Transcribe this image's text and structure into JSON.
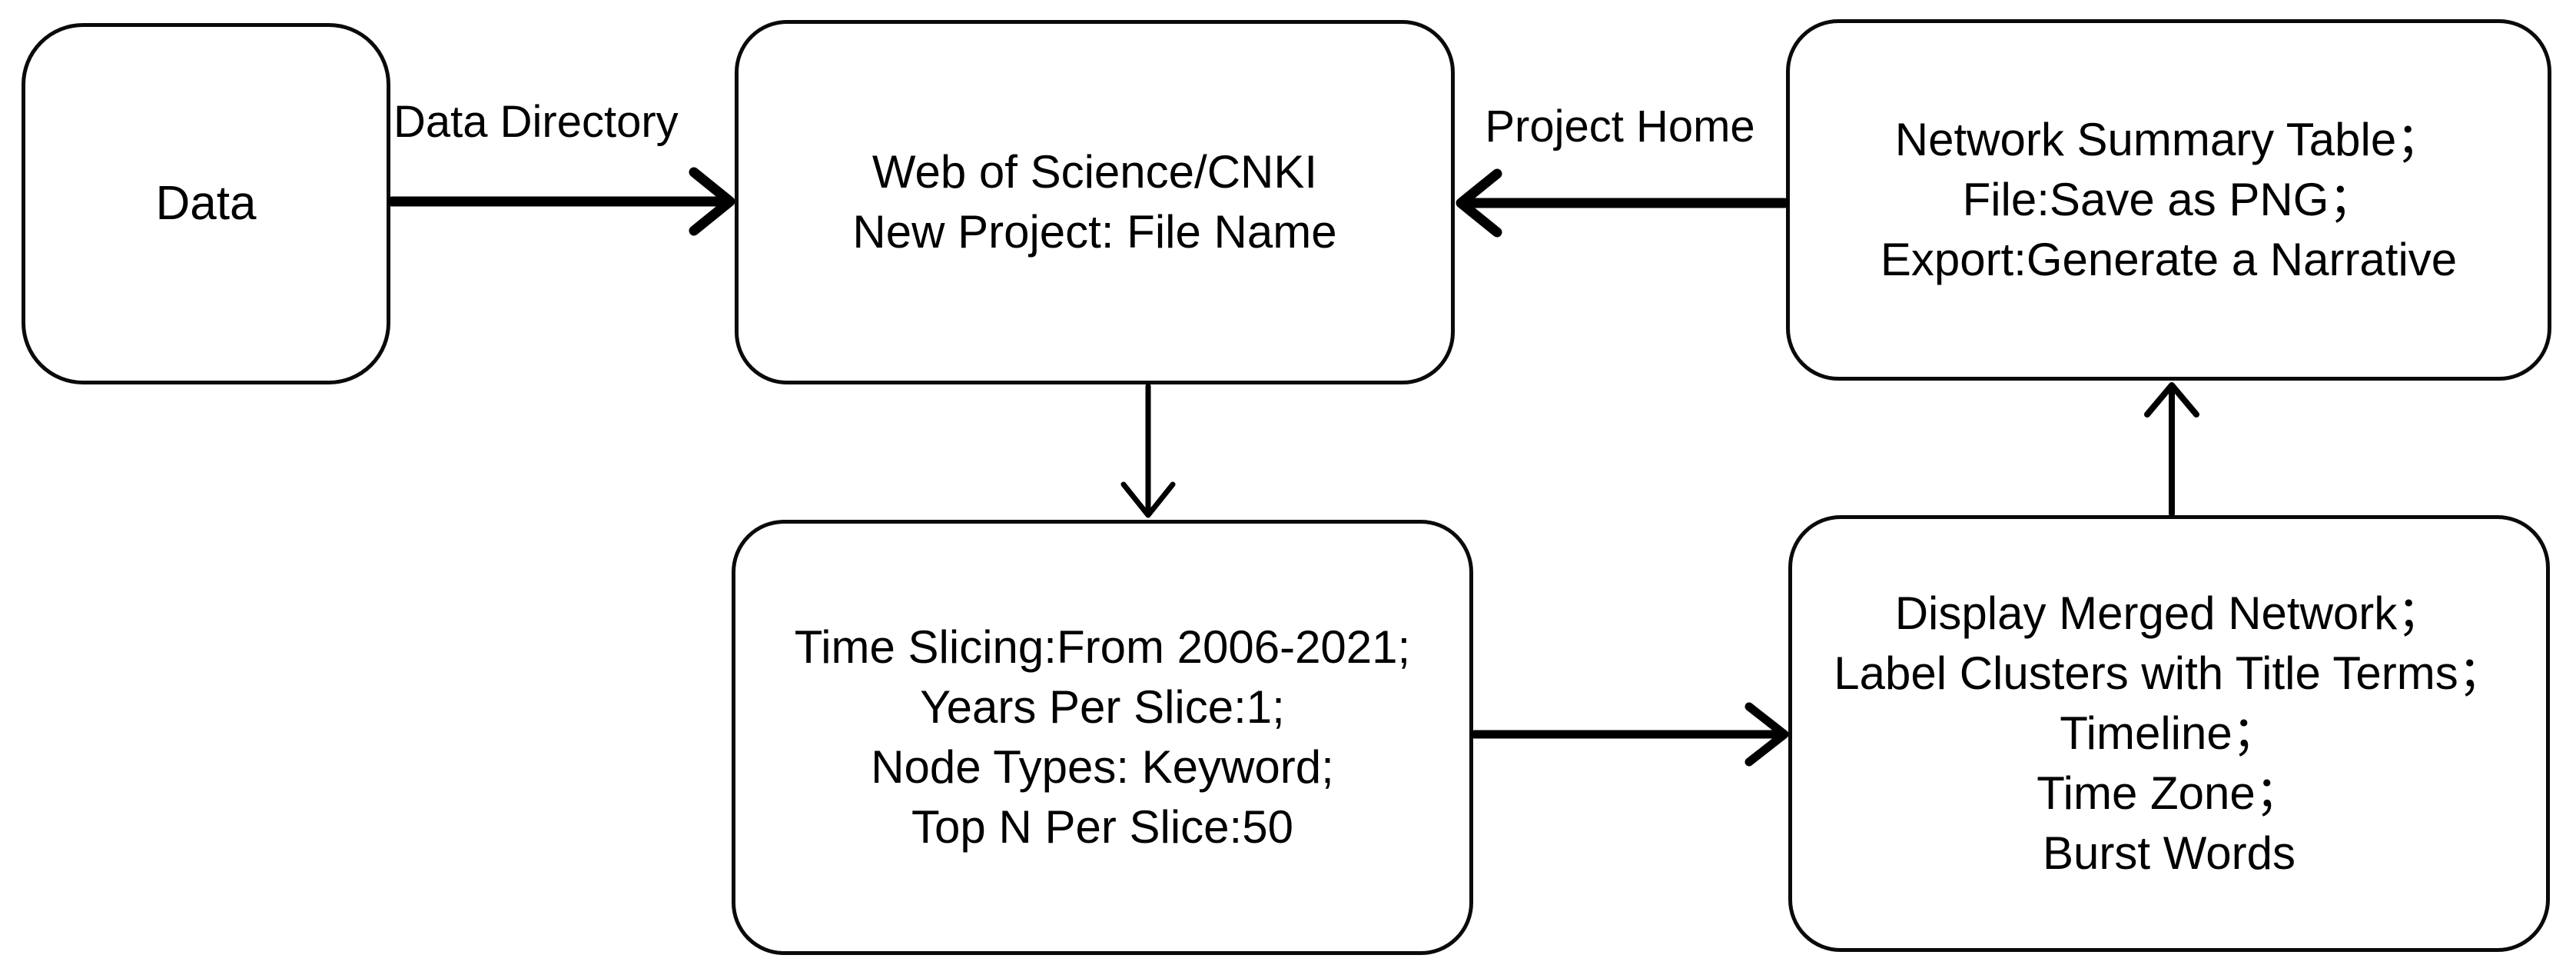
{
  "diagram": {
    "title": "CiteSpace analysis workflow flowchart",
    "colors": {
      "background": "#ffffff",
      "stroke": "#000000",
      "text": "#000000"
    },
    "nodes": [
      {
        "id": "data",
        "lines": [
          "Data"
        ]
      },
      {
        "id": "new-project",
        "lines": [
          "Web of Science/CNKI",
          "New Project: File Name"
        ]
      },
      {
        "id": "network-summary",
        "lines": [
          "Network Summary Table；",
          "File:Save as PNG；",
          "Export:Generate a Narrative"
        ]
      },
      {
        "id": "time-slicing",
        "lines": [
          "Time Slicing:From 2006-2021;",
          "Years Per Slice:1;",
          "Node Types: Keyword;",
          "Top N Per Slice:50"
        ]
      },
      {
        "id": "display-network",
        "lines": [
          "Display Merged Network；",
          "Label Clusters with Title Terms；",
          "Timeline；",
          "Time Zone；",
          "Burst Words"
        ]
      }
    ],
    "edges": [
      {
        "from": "data",
        "to": "new-project",
        "label": "Data Directory"
      },
      {
        "from": "network-summary",
        "to": "new-project",
        "label": "Project Home"
      },
      {
        "from": "new-project",
        "to": "time-slicing",
        "label": ""
      },
      {
        "from": "time-slicing",
        "to": "display-network",
        "label": ""
      },
      {
        "from": "display-network",
        "to": "network-summary",
        "label": ""
      }
    ]
  }
}
